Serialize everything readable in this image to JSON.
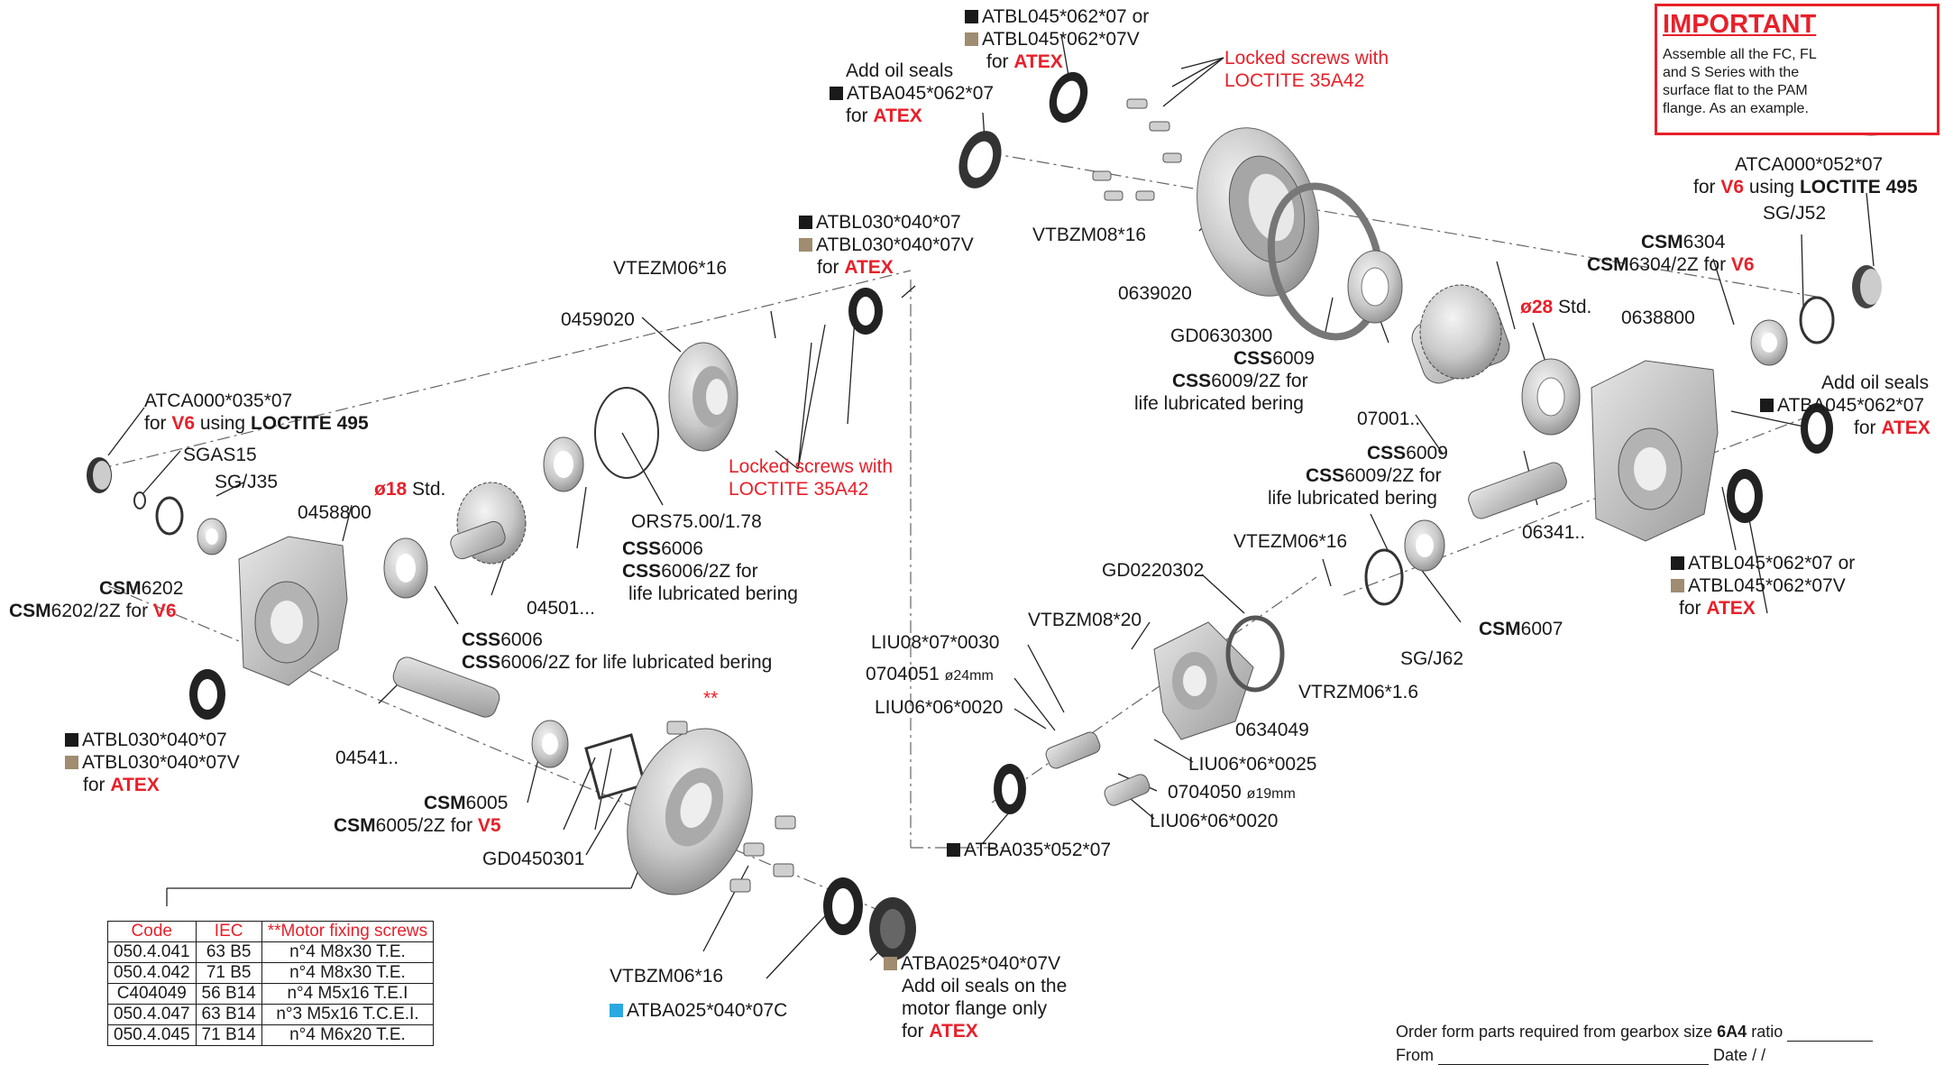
{
  "important": {
    "title": "IMPORTANT",
    "text": "Assemble all the FC, FL and S Series with the surface flat to the PAM flange. As an example."
  },
  "labels": {
    "l01": "ATBL045*062*07 or",
    "l02": "ATBL045*062*07V",
    "l03": "for",
    "l04": "ATEX",
    "l05": "Add oil seals",
    "l06": "ATBA045*062*07",
    "l07": "Locked screws with",
    "l08": "LOCTITE 35A42",
    "l09": "VTBZM08*16",
    "l10": "0639020",
    "l11": "GD0630300",
    "l12": "CSS6009",
    "l13": "CSS6009/2Z for",
    "l14": "life lubricated bering",
    "l15": "ø28",
    "l16": "Std.",
    "l17": "07001..",
    "l18": "0638800",
    "l19": "ATCA000*052*07",
    "l20": "for",
    "l21": "V6",
    "l22": "using",
    "l23": "LOCTITE 495",
    "l24": "SG/J52",
    "l25": "CSM6304",
    "l26": "CSM6304/2Z for",
    "l27": "06341..",
    "l28": "CSM6007",
    "l29": "SG/J62",
    "l30": "ATBL030*040*07",
    "l31": "ATBL030*040*07V",
    "l32": "VTEZM06*16",
    "l33": "0459020",
    "l34": "ORS75.00/1.78",
    "l35": "CSS6006",
    "l36": "CSS6006/2Z for",
    "l37": "04501...",
    "l38": "ø18",
    "l39": "0458800",
    "l40": "ATCA000*035*07",
    "l41": "SGAS15",
    "l42": "SG/J35",
    "l43": "CSM6202",
    "l44": "CSM6202/2Z for",
    "l45": "CSS6006/2Z for life lubricated bering",
    "l46": "04541..",
    "l47": "CSM6005",
    "l48": "CSM6005/2Z for",
    "l49": "V5",
    "l50": "GD0450301",
    "l51": "VTBZM06*16",
    "l52": "ATBA025*040*07C",
    "l53": "ATBA025*040*07V",
    "l54": "Add oil seals on the",
    "l55": "motor flange only",
    "l56": "VTEZM06*16",
    "l57": "GD0220302",
    "l58": "VTBZM08*20",
    "l59": "LIU08*07*0030",
    "l60": "0704051",
    "l61": "ø24mm",
    "l62": "LIU06*06*0020",
    "l63": "VTRZM06*1.6",
    "l64": "0634049",
    "l65": "LIU06*06*0025",
    "l66": "0704050",
    "l67": "ø19mm",
    "l68": "ATBA035*052*07",
    "l69": "**"
  },
  "parts_table": {
    "headers": [
      "Code",
      "IEC",
      "**Motor fixing screws"
    ],
    "rows": [
      [
        "050.4.041",
        "63 B5",
        "n°4 M8x30 T.E."
      ],
      [
        "050.4.042",
        "71 B5",
        "n°4 M8x30 T.E."
      ],
      [
        "C404049",
        "56 B14",
        "n°4 M5x16 T.E.I"
      ],
      [
        "050.4.047",
        "63 B14",
        "n°3 M5x16 T.C.E.I."
      ],
      [
        "050.4.045",
        "71 B14",
        "n°4 M6x20 T.E."
      ]
    ]
  },
  "order_form": {
    "line1": "Order form parts required from gearbox size",
    "size": "6A4",
    "ratio": "ratio",
    "from": "From",
    "date": "Date",
    "slash": "/"
  },
  "colors": {
    "accent_red": "#e8202a",
    "seal_black": "#1a1a1a",
    "seal_tan": "#a08c70",
    "seal_cyan": "#29a9e1",
    "part_gray": "#c8c8c8"
  }
}
